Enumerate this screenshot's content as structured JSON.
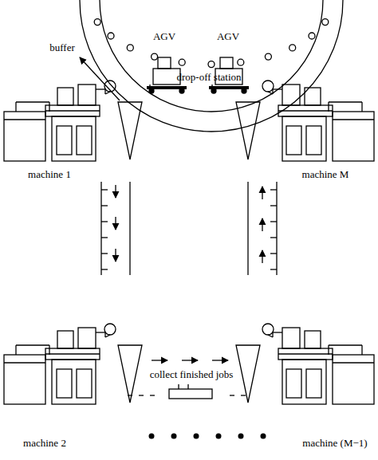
{
  "diagram": {
    "labels": [
      "buffer",
      "drop-off station",
      "AGV",
      "AGV",
      "machine 1",
      "machine M",
      "collect finished jobs",
      "machine 2",
      "machine (M−1)"
    ]
  }
}
